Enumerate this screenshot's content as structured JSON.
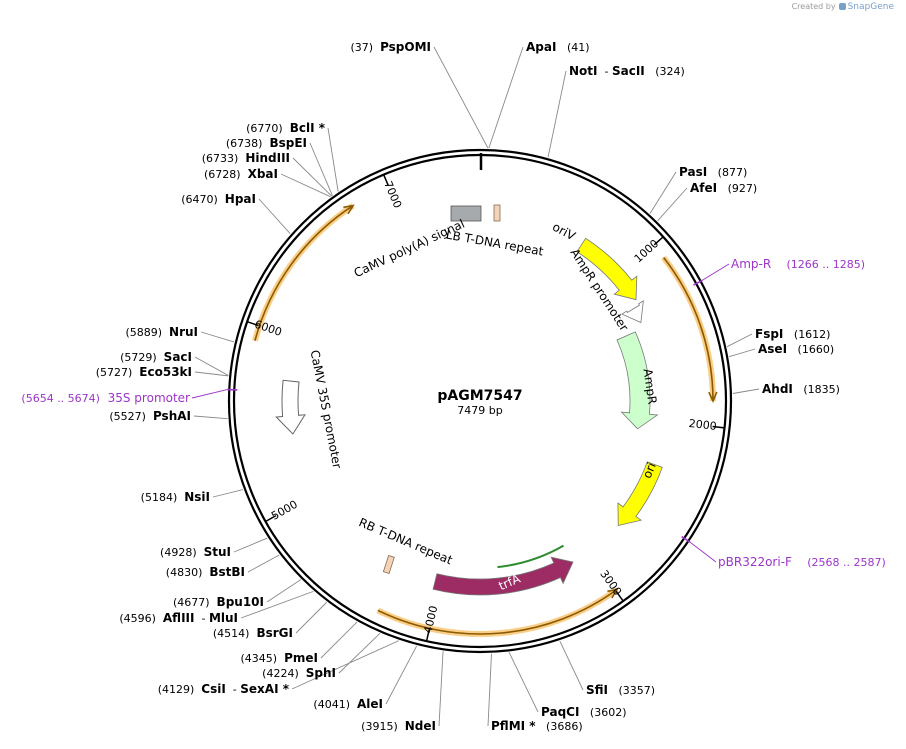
{
  "credit": {
    "prefix": "Created by",
    "brand": "SnapGene"
  },
  "plasmid": {
    "name": "pAGM7547",
    "size_label": "7479 bp",
    "length": 7479
  },
  "ticks": [
    {
      "pos": 1000,
      "label": "1000"
    },
    {
      "pos": 2000,
      "label": "2000"
    },
    {
      "pos": 3000,
      "label": "3000"
    },
    {
      "pos": 4000,
      "label": "4000"
    },
    {
      "pos": 5000,
      "label": "5000"
    },
    {
      "pos": 6000,
      "label": "6000"
    },
    {
      "pos": 7000,
      "label": "7000"
    }
  ],
  "enzymes": [
    {
      "name": "PspOMI",
      "pos": "37",
      "dir": "L",
      "ang": 1.8
    },
    {
      "name": "ApaI",
      "pos": "41",
      "dir": "R",
      "ang": 2.0
    },
    {
      "name": "NotI",
      "extra": "SacII",
      "pos": "324",
      "dir": "R",
      "ang": 15.6
    },
    {
      "name": "PasI",
      "pos": "877",
      "dir": "R",
      "ang": 42.2
    },
    {
      "name": "AfeI",
      "pos": "927",
      "dir": "R",
      "ang": 44.6
    },
    {
      "name": "FspI",
      "pos": "1612",
      "dir": "R",
      "ang": 77.6
    },
    {
      "name": "AseI",
      "pos": "1660",
      "dir": "R",
      "ang": 79.9
    },
    {
      "name": "AhdI",
      "pos": "1835",
      "dir": "R",
      "ang": 88.3
    },
    {
      "name": "SfiI",
      "pos": "3357",
      "dir": "R",
      "ang": 161.6
    },
    {
      "name": "PaqCI",
      "pos": "3602",
      "dir": "R",
      "ang": 173.4
    },
    {
      "name": "PflMI",
      "star": true,
      "pos": "3686",
      "dir": "R",
      "ang": 177.4
    },
    {
      "name": "NdeI",
      "pos": "3915",
      "dir": "L",
      "ang": 188.4
    },
    {
      "name": "AleI",
      "pos": "4041",
      "dir": "L",
      "ang": 194.5
    },
    {
      "name": "CsiI",
      "extra": "SexAI",
      "star": true,
      "pos": "4129",
      "dir": "L",
      "ang": 198.7
    },
    {
      "name": "SphI",
      "pos": "4224",
      "dir": "L",
      "ang": 203.3
    },
    {
      "name": "PmeI",
      "pos": "4345",
      "dir": "L",
      "ang": 209.1
    },
    {
      "name": "BsrGI",
      "pos": "4514",
      "dir": "L",
      "ang": 217.3
    },
    {
      "name": "AflIII",
      "extra": "MluI",
      "pos": "4596",
      "dir": "L",
      "ang": 221.2
    },
    {
      "name": "Bpu10I",
      "pos": "4677",
      "dir": "L",
      "ang": 225.1
    },
    {
      "name": "BstBI",
      "pos": "4830",
      "dir": "L",
      "ang": 232.5
    },
    {
      "name": "StuI",
      "pos": "4928",
      "dir": "L",
      "ang": 237.2
    },
    {
      "name": "NsiI",
      "pos": "5184",
      "dir": "L",
      "ang": 249.5
    },
    {
      "name": "PshAI",
      "pos": "5527",
      "dir": "L",
      "ang": 266.0
    },
    {
      "name": "Eco53kI",
      "pos": "5727",
      "dir": "L",
      "ang": 275.7
    },
    {
      "name": "SacI",
      "pos": "5729",
      "dir": "L",
      "ang": 275.8
    },
    {
      "name": "NruI",
      "pos": "5889",
      "dir": "L",
      "ang": 283.5
    },
    {
      "name": "HpaI",
      "pos": "6470",
      "dir": "L",
      "ang": 311.4
    },
    {
      "name": "XbaI",
      "pos": "6728",
      "dir": "L",
      "ang": 323.8
    },
    {
      "name": "HindIII",
      "pos": "6733",
      "dir": "L",
      "ang": 324.1
    },
    {
      "name": "BspEI",
      "pos": "6738",
      "dir": "L",
      "ang": 324.3
    },
    {
      "name": "BclI",
      "star": true,
      "pos": "6770",
      "dir": "L",
      "ang": 325.9
    }
  ],
  "primers": [
    {
      "name": "Amp-R",
      "range": "(1266 .. 1285)",
      "dir": "R",
      "ang": 61.5
    },
    {
      "name": "pBR322ori-F",
      "range": "(2568 .. 2587)",
      "dir": "R",
      "ang": 123.9
    },
    {
      "name": "35S promoter",
      "range": "(5654 .. 5674)",
      "dir": "L",
      "ang": 272.6
    }
  ],
  "features": [
    {
      "name": "oriV",
      "start": 33,
      "end": 57,
      "fill": "#ffff00",
      "dir": 1
    },
    {
      "name": "AmpR promoter",
      "start": 59,
      "end": 64,
      "fill": "#ffffff",
      "dir": 1
    },
    {
      "name": "AmpR",
      "start": 66,
      "end": 100,
      "fill": "#ccffcc",
      "dir": 1
    },
    {
      "name": "ori",
      "start": 110,
      "end": 132,
      "fill": "#ffff00",
      "dir": 1
    },
    {
      "name": "trfA",
      "start": 150,
      "end": 194,
      "fill": "#9c2c63",
      "dir": -1
    },
    {
      "name": "CaMV 35S promoter",
      "start": 260,
      "end": 276,
      "fill": "#ffffff",
      "dir": -1
    },
    {
      "name": "CaMV poly(A) signal",
      "fill": "#a7aaad"
    },
    {
      "name": "LB T-DNA repeat",
      "fill": "#f4d4b8"
    },
    {
      "name": "RB T-DNA repeat",
      "fill": "#f4d4b8"
    }
  ],
  "orfs": [
    {
      "start": 52,
      "end": 90,
      "dir": 1
    },
    {
      "start": 144,
      "end": 206,
      "dir": -1
    },
    {
      "start": 285,
      "end": 327,
      "dir": 1
    }
  ],
  "colors": {
    "enzyme": "#000000",
    "primer": "#9c35c9",
    "orf": "#f5a623",
    "orf_line": "#8b5a00",
    "backbone": "#000000"
  }
}
